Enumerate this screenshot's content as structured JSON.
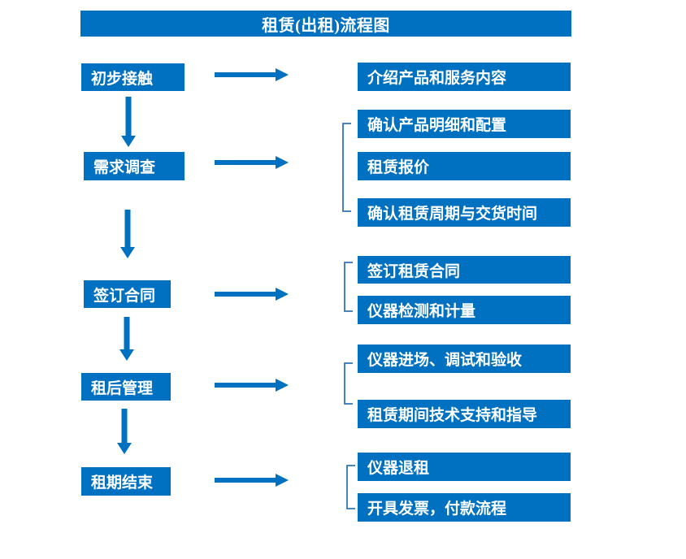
{
  "title": "租赁(出租)流程图",
  "colors": {
    "primary": "#0070C0",
    "bracket": "#2E75B6",
    "box_text": "#FFFFFF",
    "background": "#FFFFFF"
  },
  "steps": [
    {
      "label": "初步接触",
      "outputs": [
        "介绍产品和服务内容"
      ]
    },
    {
      "label": "需求调查",
      "outputs": [
        "确认产品明细和配置",
        "租赁报价",
        "确认租赁周期与交货时间"
      ]
    },
    {
      "label": "签订合同",
      "outputs": [
        "签订租赁合同",
        "仪器检测和计量"
      ]
    },
    {
      "label": "租后管理",
      "outputs": [
        "仪器进场、调试和验收",
        "租赁期间技术支持和指导"
      ]
    },
    {
      "label": "租期结束",
      "outputs": [
        "仪器退租",
        "开具发票，付款流程"
      ]
    }
  ]
}
